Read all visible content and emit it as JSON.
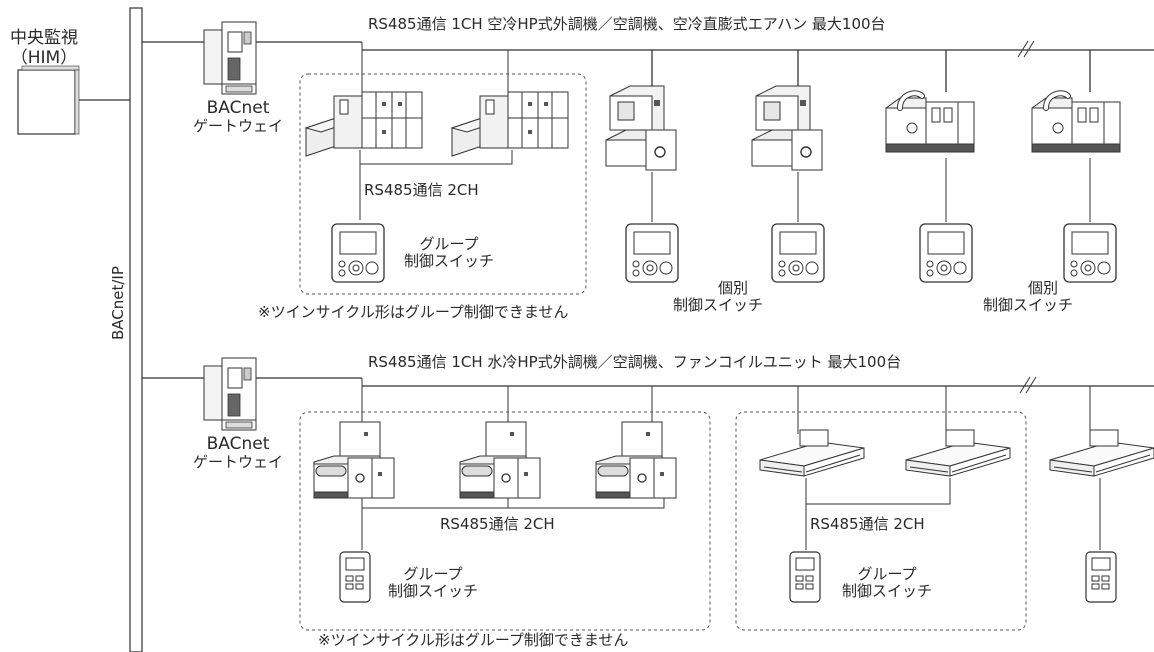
{
  "central": {
    "line1": "中央監視",
    "line2": "（HIM）"
  },
  "backbone_label": "BACnet/IP",
  "gateway_top": {
    "name": "BACnet",
    "sub": "ゲートウェイ"
  },
  "gateway_bottom": {
    "name": "BACnet",
    "sub": "ゲートウェイ"
  },
  "top_bus_label": "RS485通信 1CH 空冷HP式外調機／空調機、空冷直膨式エアハン 最大100台",
  "bottom_bus_label": "RS485通信 1CH 水冷HP式外調機／空調機、ファンコイルユニット 最大100台",
  "top_group": {
    "rs485": "RS485通信 2CH",
    "switch_line1": "グループ",
    "switch_line2": "制御スイッチ",
    "note": "※ツインサイクル形はグループ制御できません"
  },
  "top_individual_1": {
    "line1": "個別",
    "line2": "制御スイッチ"
  },
  "top_individual_2": {
    "line1": "個別",
    "line2": "制御スイッチ"
  },
  "bottom_group_1": {
    "rs485": "RS485通信 2CH",
    "switch_line1": "グループ",
    "switch_line2": "制御スイッチ",
    "note": "※ツインサイクル形はグループ制御できません"
  },
  "bottom_group_2": {
    "rs485": "RS485通信 2CH",
    "switch_line1": "グループ",
    "switch_line2": "制御スイッチ"
  },
  "icons": [
    "central-monitor-icon",
    "gateway-icon",
    "outdoor-unit-icon",
    "remote-controller-icon",
    "fan-coil-unit-icon",
    "wired-remote-icon"
  ]
}
